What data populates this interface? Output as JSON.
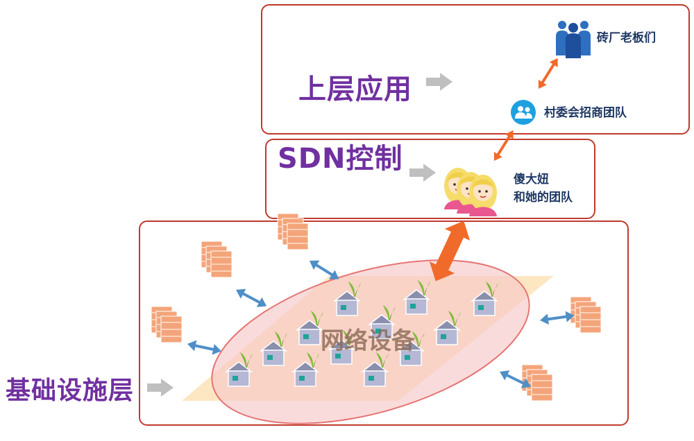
{
  "layers": {
    "application": {
      "title": "上层应用"
    },
    "sdn_control": {
      "title": "SDN控制"
    },
    "infrastructure": {
      "title": "基础设施层"
    }
  },
  "actors": {
    "bosses": {
      "label": "砖厂老板们",
      "icon": "people-group-icon"
    },
    "village_team": {
      "label": "村委会招商团队",
      "icon": "users-circle-icon"
    },
    "girls_team": {
      "label_line1": "傻大妞",
      "label_line2": "和她的团队",
      "icon": "girls-group-icon"
    }
  },
  "network": {
    "label": "网络设备"
  },
  "colors": {
    "border": "#c0392b",
    "title": "#7030a0",
    "label": "#1f3864",
    "arrow_orange": "#f06a2a",
    "arrow_blue": "#4f8fc8",
    "arrow_gray": "#bfbfbf",
    "brick": "#f4a47a",
    "ellipse": "#f8c8c8",
    "plane": "#fde3b8"
  }
}
